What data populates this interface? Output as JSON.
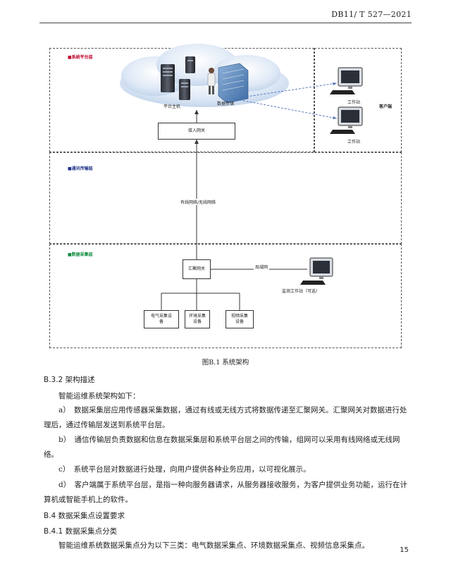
{
  "header": {
    "standard_no": "DB11/ T 527—2021"
  },
  "figure": {
    "layers": {
      "platform": "■系统平台层",
      "transport": "■通讯传输层",
      "acquisition": "■数据采集层"
    },
    "labels": {
      "platform_host": "平台主机",
      "data_storage": "数据存储",
      "access_gateway": "接入网关",
      "workstation_1": "工作站",
      "workstation_2": "工作站",
      "client": "客户端",
      "transport_mode": "有线网络/无线网络",
      "aggregation_gateway": "汇聚网关",
      "lan": "局域网",
      "monitor_station": "监测工作站（可选）",
      "electrical_device": "电气采集设备",
      "environment_device": "环境采集设备",
      "video_device": "视频采集设备"
    },
    "caption": "图B.1    系统架构"
  },
  "sections": [
    {
      "heading": "B.3.2    架构描述"
    },
    {
      "heading": "B.4    数据采集点设置要求"
    },
    {
      "heading": "B.4.1    数据采集点分类"
    }
  ],
  "paragraphs": {
    "intro": "智能运维系统架构如下：",
    "a": "a）　数据采集层应用传感器采集数据，通过有线或无线方式将数据传递至汇聚网关。汇聚网关对数据进行处理后，通过传输层发送到系统平台层。",
    "b": "b）　通信传输层负责数据和信息在数据采集层和系统平台层之间的传输，组网可以采用有线网络或无线网络。",
    "c": "c）　系统平台层对数据进行处理，向用户提供各种业务应用，以可视化展示。",
    "d": "d）　客户端属于系统平台层，是指一种向服务器请求，从服务器接收服务，为客户提供业务功能，运行在计算机或智能手机上的软件。",
    "classification": "智能运维系统数据采集点分为以下三类：电气数据采集点、环境数据采集点、视频信息采集点。"
  },
  "page_number": "15",
  "colors": {
    "platform_layer": "#c0002a",
    "transport_layer": "#1c2f86",
    "acquisition_layer": "#0e8a3c",
    "link_line": "#4a6fb5"
  }
}
